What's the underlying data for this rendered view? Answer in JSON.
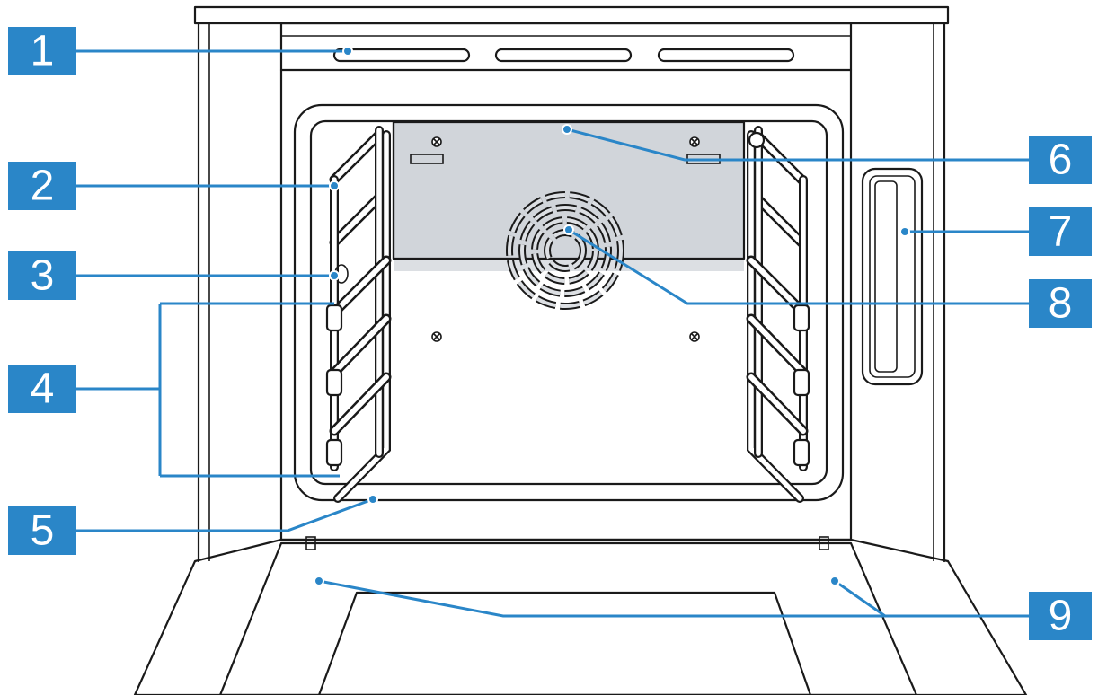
{
  "callouts": [
    {
      "number": "1"
    },
    {
      "number": "2"
    },
    {
      "number": "3"
    },
    {
      "number": "4"
    },
    {
      "number": "5"
    },
    {
      "number": "6"
    },
    {
      "number": "7"
    },
    {
      "number": "8"
    },
    {
      "number": "9"
    }
  ],
  "colors": {
    "callout": "#2a86c8",
    "ink": "#1a1a1a",
    "cavity_wall": "#e9ebed",
    "back_panel": "#dcdfe3",
    "door_glass": "#dcdfe3"
  }
}
